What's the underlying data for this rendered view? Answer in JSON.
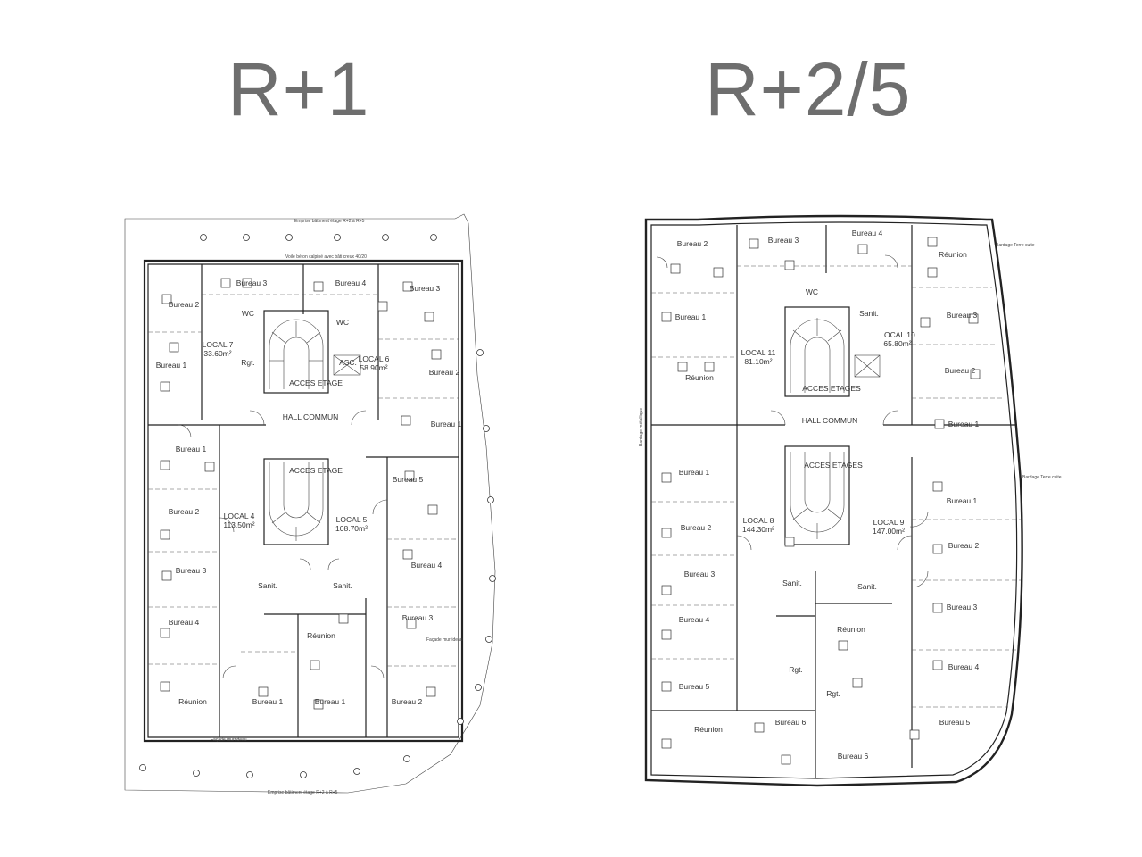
{
  "titles": {
    "left": "R+1",
    "right": "R+2/5"
  },
  "r1": {
    "notes": {
      "top": "Emprise bâtiment étage R+2 à R+5",
      "voile": "Voile béton calpiné avec bâti creux 40/20",
      "bottom": "Emprise bâtiment étage R+2 à R+5",
      "facade": "Façade murrideau",
      "facade2": "Façade murrideau"
    },
    "rooms": {
      "bureau_2_nw": "Bureau 2",
      "bureau_3_top": "Bureau 3",
      "bureau_4_top": "Bureau 4",
      "bureau_3_ne": "Bureau 3",
      "bureau_1_w": "Bureau 1",
      "bureau_2_e": "Bureau 2",
      "bureau_1_e": "Bureau 1",
      "wc1": "WC",
      "wc2": "WC",
      "local7": "LOCAL 7",
      "local7_area": "33.60m²",
      "rgt": "Rgt.",
      "local6": "LOCAL 6",
      "local6_area": "58.90m²",
      "asc": "ASC.",
      "acces1": "ACCES ETAGE",
      "hall": "HALL COMMUN",
      "acces2": "ACCES ETAGE",
      "bureau_1_w2": "Bureau 1",
      "bureau_2_w2": "Bureau 2",
      "bureau_3_w2": "Bureau 3",
      "bureau_4_w2": "Bureau 4",
      "local4": "LOCAL 4",
      "local4_area": "113.50m²",
      "local5": "LOCAL 5",
      "local5_area": "108.70m²",
      "bureau_5_e": "Bureau 5",
      "bureau_4_e": "Bureau 4",
      "bureau_3_e": "Bureau 3",
      "sanit1": "Sanit.",
      "sanit2": "Sanit.",
      "reunion_mid": "Réunion",
      "reunion_sw": "Réunion",
      "bureau_1_s": "Bureau 1",
      "bureau_1_s2": "Bureau 1",
      "bureau_2_se": "Bureau 2"
    }
  },
  "r25": {
    "notes": {
      "bardage1": "Bardage Terre cuite",
      "bardage2": "Bardage Terre cuite",
      "bardage_metal": "Bardage métallique"
    },
    "rooms": {
      "bureau_2_nw": "Bureau 2",
      "bureau_3_top": "Bureau 3",
      "bureau_4_top": "Bureau 4",
      "reunion_ne": "Réunion",
      "wc": "WC",
      "sanit_top": "Sanit.",
      "bureau_1_w": "Bureau 1",
      "reunion_w": "Réunion",
      "local11": "LOCAL 11",
      "local11_area": "81.10m²",
      "local10": "LOCAL 10",
      "local10_area": "65.80m²",
      "bureau_3_e": "Bureau 3",
      "bureau_2_e": "Bureau 2",
      "bureau_1_e": "Bureau 1",
      "acces1": "ACCES ETAGES",
      "hall": "HALL COMMUN",
      "acces2": "ACCES ETAGES",
      "bureau_1_w2": "Bureau 1",
      "bureau_2_w2": "Bureau 2",
      "bureau_3_w2": "Bureau 3",
      "bureau_4_w2": "Bureau 4",
      "bureau_5_w2": "Bureau 5",
      "reunion_sw": "Réunion",
      "local8": "LOCAL 8",
      "local8_area": "144.30m²",
      "local9": "LOCAL 9",
      "local9_area": "147.00m²",
      "bureau_1_e2": "Bureau 1",
      "bureau_2_e2": "Bureau 2",
      "bureau_3_e2": "Bureau 3",
      "bureau_4_e2": "Bureau 4",
      "bureau_5_e2": "Bureau 5",
      "sanit1": "Sanit.",
      "sanit2": "Sanit.",
      "reunion_mid": "Réunion",
      "rgt1": "Rgt.",
      "rgt2": "Rgt.",
      "bureau_6_s": "Bureau 6",
      "bureau_6_s2": "Bureau 6"
    }
  }
}
